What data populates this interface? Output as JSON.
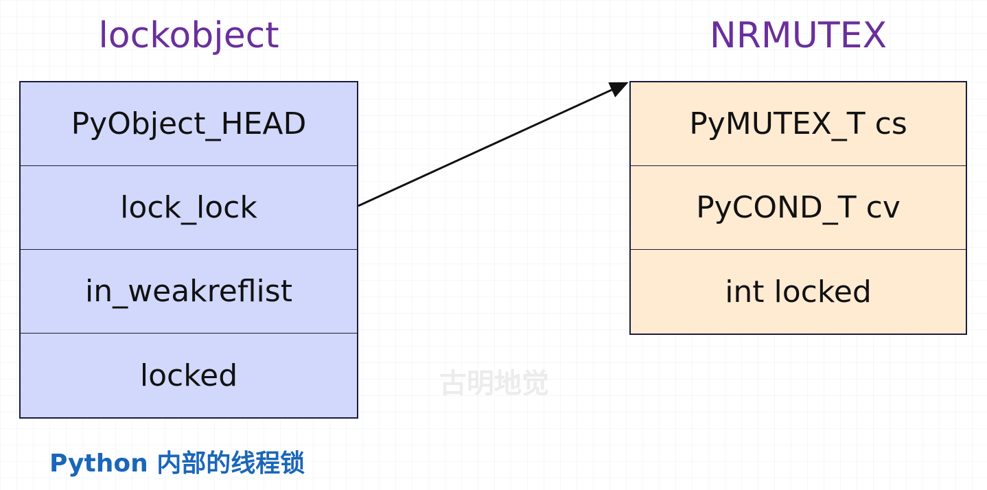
{
  "left_struct": {
    "title": "lockobject",
    "fields": [
      "PyObject_HEAD",
      "lock_lock",
      "in_weakreflist",
      "locked"
    ],
    "fill_color": "#d1d8fb"
  },
  "right_struct": {
    "title": "NRMUTEX",
    "fields": [
      "PyMUTEX_T cs",
      "PyCOND_T cv",
      "int locked"
    ],
    "fill_color": "#ffebd2"
  },
  "title_color": "#6a2f9c",
  "caption": "Python 内部的线程锁",
  "caption_color": "#1a66b8",
  "watermark": "古明地觉"
}
